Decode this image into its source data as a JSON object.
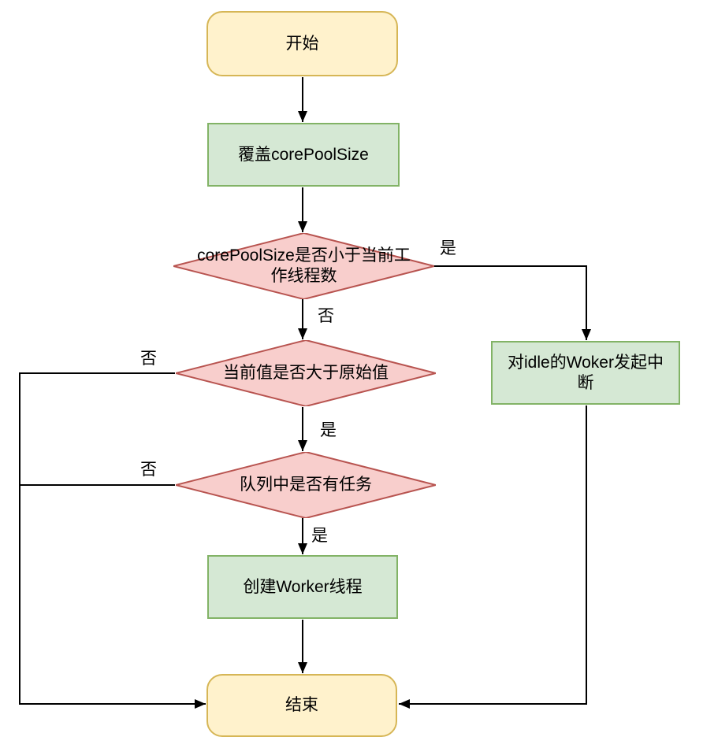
{
  "diagram": {
    "title": "corePoolSize update flowchart",
    "nodes": {
      "start": {
        "type": "terminal",
        "label": "开始"
      },
      "override": {
        "type": "process",
        "label": "覆盖corePoolSize"
      },
      "d1": {
        "type": "decision",
        "label": "corePoolSize是否小于当前工作线程数",
        "lines": [
          "corePoolSize是否小于当前工",
          "作线程数"
        ]
      },
      "d2": {
        "type": "decision",
        "label": "当前值是否大于原始值"
      },
      "d3": {
        "type": "decision",
        "label": "队列中是否有任务"
      },
      "create": {
        "type": "process",
        "label": "创建Worker线程"
      },
      "interrupt": {
        "type": "process",
        "label": "对idle的Woker发起中断",
        "lines": [
          "对idle的Woker发起中",
          "断"
        ]
      },
      "end": {
        "type": "terminal",
        "label": "结束"
      }
    },
    "edge_labels": {
      "d1_yes": "是",
      "d1_no": "否",
      "d2_yes": "是",
      "d2_no": "否",
      "d3_yes": "是",
      "d3_no": "否"
    },
    "colors": {
      "terminal_fill": "#fff2cc",
      "terminal_border": "#d6b656",
      "process_fill": "#d5e8d4",
      "process_border": "#82b366",
      "decision_fill": "#f8cecc",
      "decision_border": "#b85450",
      "edge": "#000000"
    }
  }
}
